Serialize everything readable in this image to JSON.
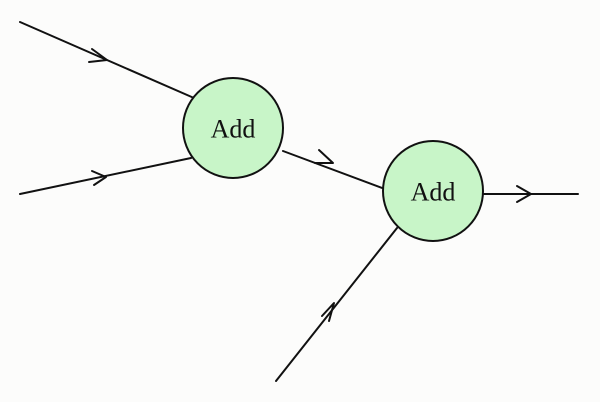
{
  "colors": {
    "background": "#fcfcfb",
    "node_fill": "#c8f5c8",
    "stroke": "#111111"
  },
  "nodes": [
    {
      "id": "add1",
      "label": "Add"
    },
    {
      "id": "add2",
      "label": "Add"
    }
  ],
  "edges": [
    {
      "from": "input-1",
      "to": "add1"
    },
    {
      "from": "input-2",
      "to": "add1"
    },
    {
      "from": "add1",
      "to": "add2"
    },
    {
      "from": "input-3",
      "to": "add2"
    },
    {
      "from": "add2",
      "to": "output"
    }
  ]
}
